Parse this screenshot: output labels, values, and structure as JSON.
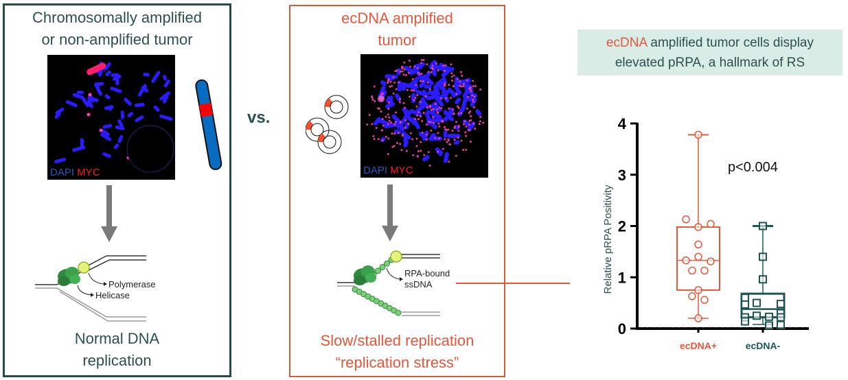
{
  "left_panel": {
    "title_line1": "Chromosomally amplified",
    "title_line2": "or non-amplified tumor",
    "micro_label_dapi": "DAPI",
    "micro_label_myc": "MYC",
    "fork_labels": {
      "polymerase": "Polymerase",
      "helicase": "Helicase"
    },
    "caption_line1": "Normal DNA",
    "caption_line2": "replication",
    "border_color": "#254a4a"
  },
  "vs_label": "vs.",
  "right_panel": {
    "title_line1": "ecDNA amplified",
    "title_line2": "tumor",
    "micro_label_dapi": "DAPI",
    "micro_label_myc": "MYC",
    "fork_labels": {
      "rpa_line1": "RPA-bound",
      "rpa_line2": "ssDNA"
    },
    "caption_line1": "Slow/stalled replication",
    "caption_line2": "“replication stress”",
    "border_color": "#d9583a"
  },
  "callout": {
    "highlight": "ecDNA",
    "rest_line1": " amplified tumor cells display",
    "line2": "elevated pRPA, a hallmark of RS",
    "background": "#d9ece6"
  },
  "colors": {
    "teal": "#2c4f4f",
    "orange": "#e4573a",
    "dapi_blue": "#1f5fb8",
    "myc_red": "#ff1a1a"
  },
  "chart_data": {
    "type": "box",
    "title": "",
    "xlabel": "",
    "ylabel": "Relative pRPA Positivity",
    "ylim": [
      0,
      4
    ],
    "yticks": [
      "0",
      "1",
      "2",
      "3",
      "4"
    ],
    "ytick_values": [
      0,
      1,
      2,
      3,
      4
    ],
    "categories": [
      "ecDNA+",
      "ecDNA-"
    ],
    "annotation": "p<0.004",
    "series": [
      {
        "name": "ecDNA+",
        "color": "#e4573a",
        "marker": "circle",
        "min": 0.2,
        "q1": 0.75,
        "median": 1.33,
        "q3": 1.98,
        "max": 3.78,
        "points": [
          3.78,
          2.13,
          1.98,
          2.04,
          1.64,
          1.4,
          1.33,
          1.31,
          1.13,
          1.13,
          0.75,
          0.63,
          0.56,
          0.2
        ]
      },
      {
        "name": "ecDNA-",
        "color": "#1d5454",
        "marker": "square",
        "min": 0.08,
        "q1": 0.22,
        "median": 0.38,
        "q3": 0.68,
        "max": 2.0,
        "points": [
          2.0,
          1.4,
          0.96,
          0.6,
          0.5,
          0.47,
          0.48,
          0.3,
          0.25,
          0.23,
          0.22,
          0.22,
          0.14,
          0.07,
          0.06
        ]
      }
    ],
    "grid": false,
    "legend": "none"
  }
}
